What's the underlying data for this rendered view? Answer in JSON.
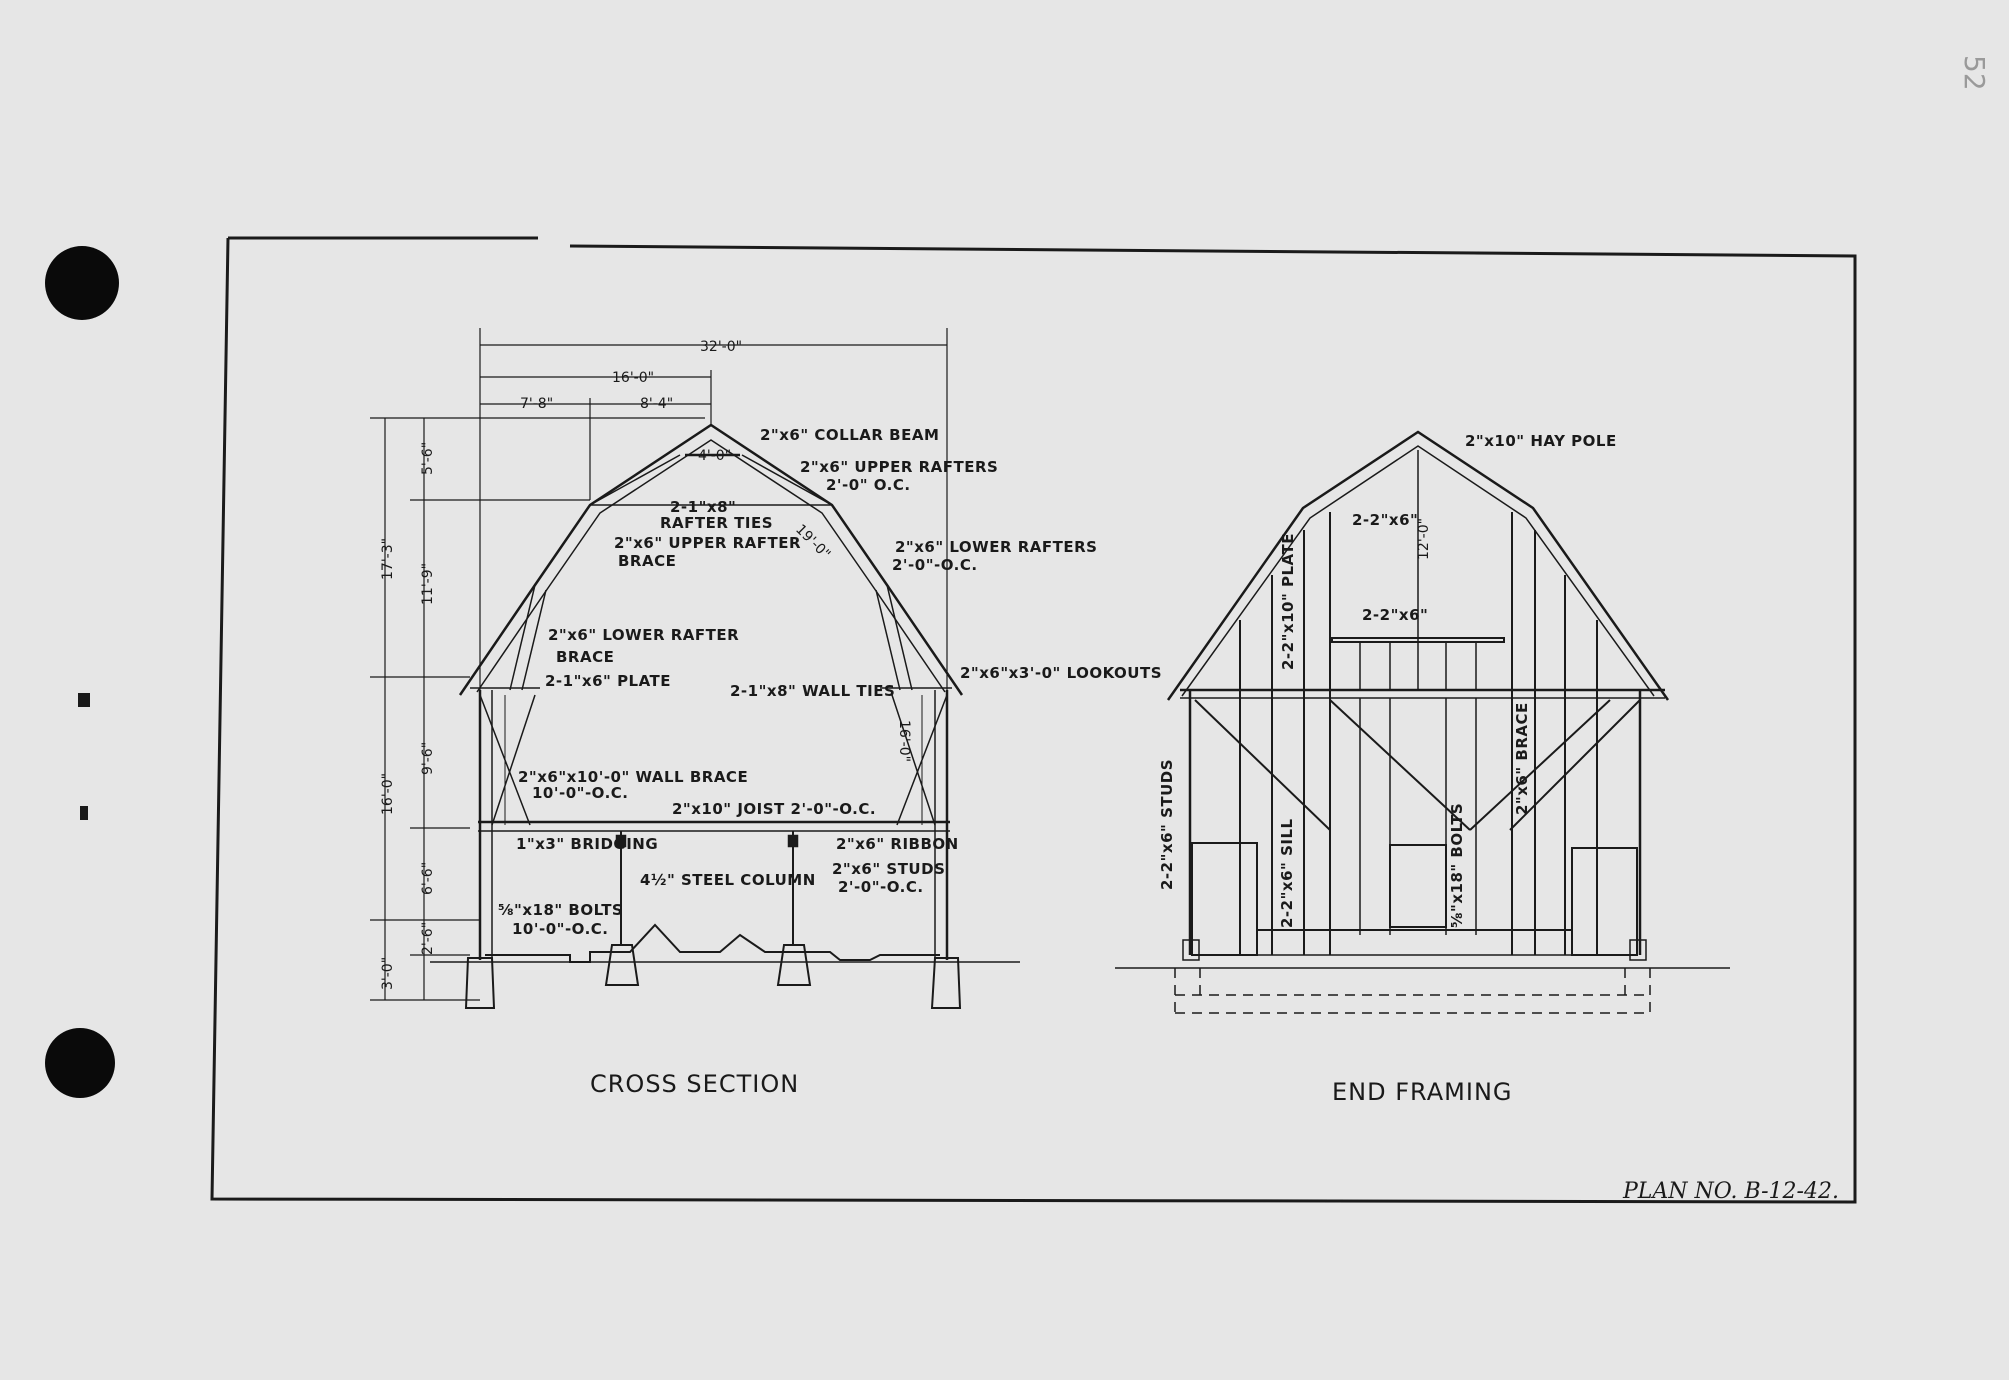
{
  "titles": {
    "cross_section": "CROSS SECTION",
    "end_framing": "END FRAMING",
    "plan_no": "PLAN NO. B-12-42."
  },
  "margin_mark": "52",
  "cross_section": {
    "dimensions": {
      "overall_width": "32'-0\"",
      "half_width": "16'-0\"",
      "d_7_8": "7'-8\"",
      "d_8_4": "8'-4\"",
      "d_4_0": "4'-0\"",
      "d_17_3": "17'-3\"",
      "d_5_6": "5'-6\"",
      "d_11_9": "11'-9\"",
      "d_16_0": "16'-0\"",
      "d_9_6": "9'-6\"",
      "d_6_6": "6'-6\"",
      "d_3_0": "3'-0\"",
      "d_2_6": "2'-6\"",
      "d_16_0_wall": "16'-0\"",
      "d_19_0": "19'-0\""
    },
    "labels": {
      "collar_beam": "2\"x6\" COLLAR BEAM",
      "upper_rafters_1": "2\"x6\" UPPER RAFTERS",
      "upper_rafters_2": "2'-0\" O.C.",
      "rafter_ties_1": "2-1\"x8\"",
      "rafter_ties_2": "RAFTER TIES",
      "upper_brace_1": "2\"x6\" UPPER RAFTER",
      "upper_brace_2": "BRACE",
      "lower_rafters_1": "2\"x6\" LOWER RAFTERS",
      "lower_rafters_2": "2'-0\"-O.C.",
      "lower_brace_1": "2\"x6\" LOWER RAFTER",
      "lower_brace_2": "BRACE",
      "plate": "2-1\"x6\" PLATE",
      "lookouts": "2\"x6\"x3'-0\" LOOKOUTS",
      "wall_ties": "2-1\"x8\" WALL TIES",
      "wall_brace_1": "2\"x6\"x10'-0\" WALL BRACE",
      "wall_brace_2": "10'-0\"-O.C.",
      "joist": "2\"x10\" JOIST 2'-0\"-O.C.",
      "bridging": "1\"x3\" BRIDGING",
      "ribbon": "2\"x6\" RIBBON",
      "steel_column": "4½\" STEEL COLUMN",
      "studs_1": "2\"x6\" STUDS",
      "studs_2": "2'-0\"-O.C.",
      "bolts_1": "⅝\"x18\" BOLTS",
      "bolts_2": "10'-0\"-O.C."
    }
  },
  "end_framing": {
    "labels": {
      "hay_pole": "2\"x10\" HAY POLE",
      "two_2x6_top": "2-2\"x6\"",
      "two_2x6_mid": "2-2\"x6\"",
      "dim_12_0": "12'-0\"",
      "plate_vertical": "2-2\"x10\" PLATE",
      "brace_vertical": "2\"x6\" BRACE",
      "studs_vertical": "2-2\"x6\" STUDS",
      "sill_vertical": "2-2\"x6\" SILL",
      "bolts_vertical": "⅝\"x18\" BOLTS"
    }
  }
}
